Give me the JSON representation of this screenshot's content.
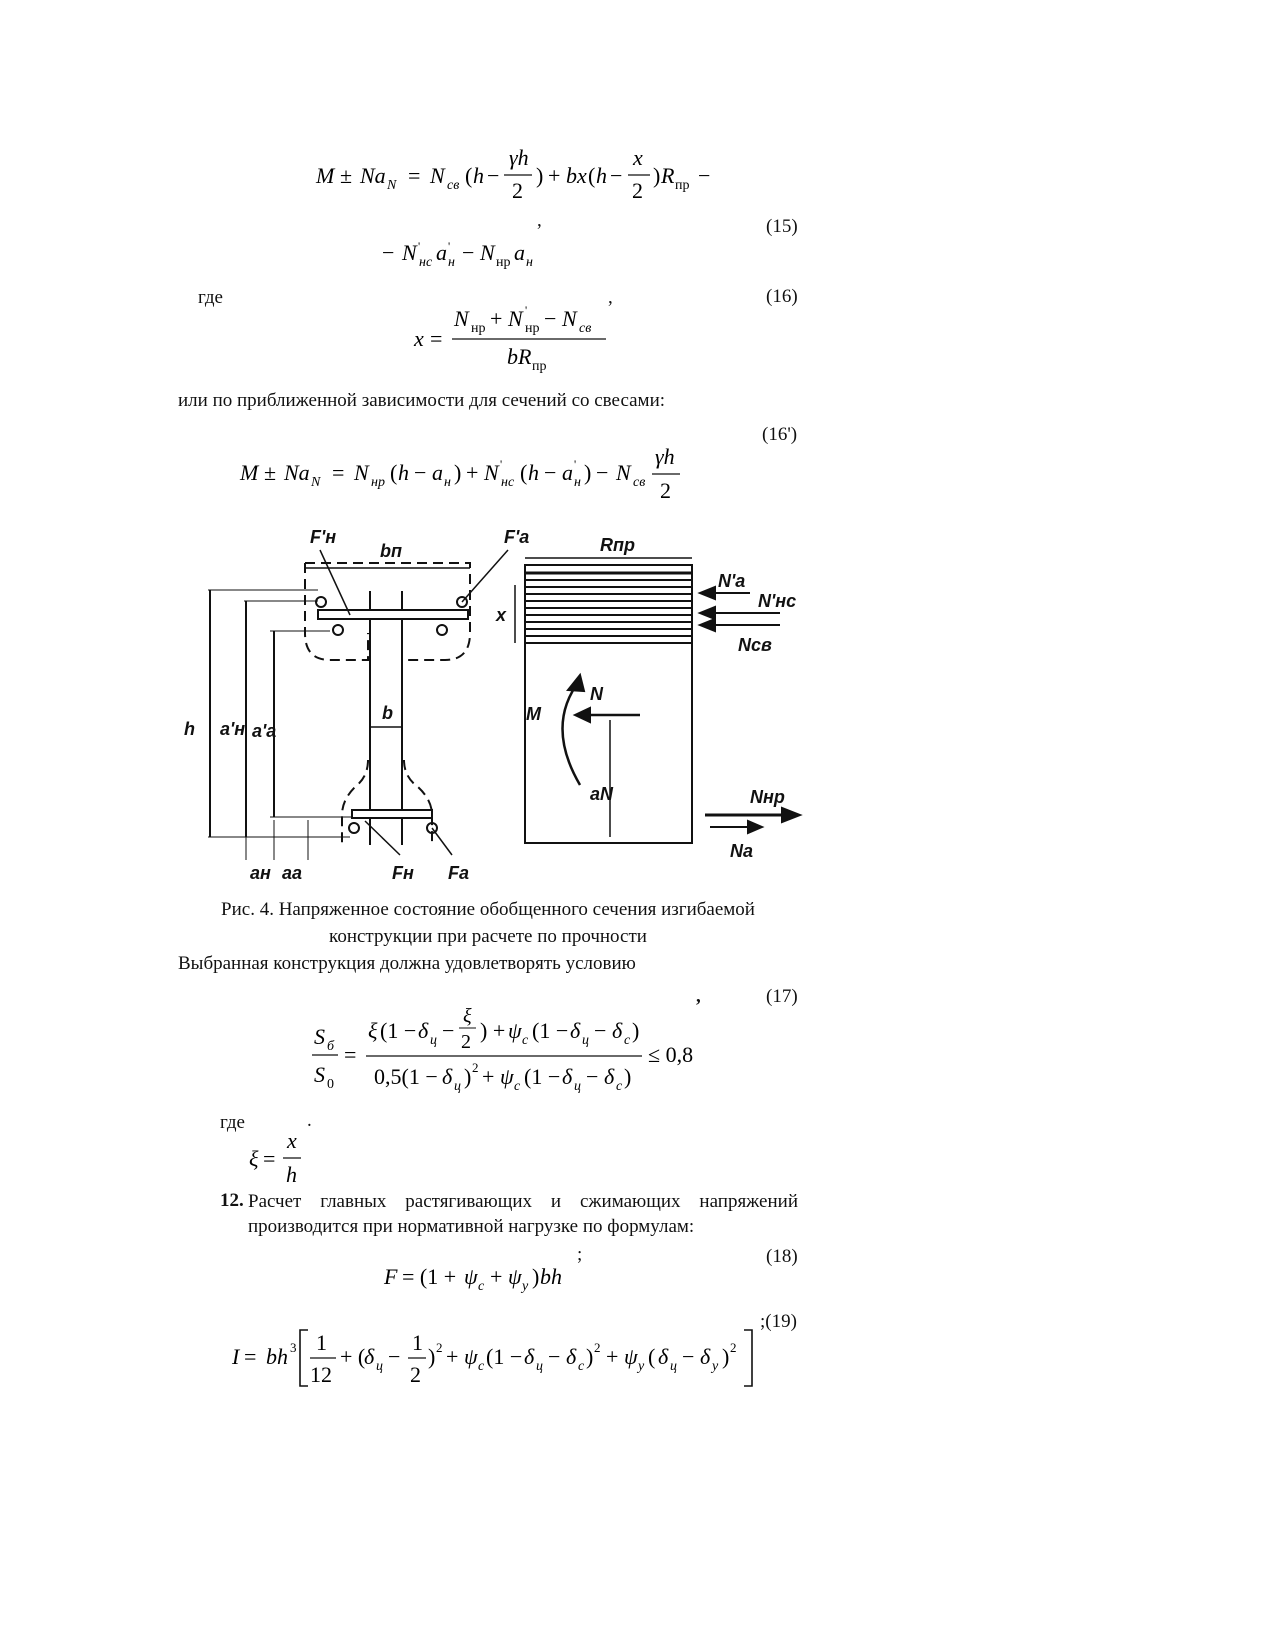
{
  "eq15": {
    "line1": {
      "lhs": "M ± Na",
      "lhs_sub": "N",
      "eq": "=",
      "N": "N",
      "N_sub": "св",
      "open": "(h −",
      "frac1_num": "γh",
      "frac1_den": "2",
      "mid": ") + bx(h −",
      "frac2_num": "x",
      "frac2_den": "2",
      "close": ")R",
      "R_sub": "пр",
      "tail": "−"
    },
    "line2": "− N'нс a'н − Nнр aн",
    "comma": ",",
    "number": "(15)"
  },
  "eq16": {
    "gde": "где",
    "lhs": "x =",
    "num": "Nнр + N'нр − Nсв",
    "den": "bRпр",
    "comma": ",",
    "number": "(16)"
  },
  "text_approx": "или по приближенной зависимости для сечений со свесами:",
  "eq16b": {
    "number": "(16')",
    "expr": "M ± Na",
    "expr_sub": "N",
    "rest": "= Nнр(h − aн) + N'нс(h − a'н) − Nсв",
    "frac_num": "γh",
    "frac_den": "2"
  },
  "figure": {
    "labels": {
      "Fn_prime": "F'н",
      "bp": "bп",
      "Fa_prime": "F'a",
      "Rpr": "Rпр",
      "Na_prime": "N'a",
      "Nns_prime": "N'нс",
      "Nsv": "Nсв",
      "x": "x",
      "h": "h",
      "an_prime": "a'н",
      "aa_prime": "a'a",
      "b": "b",
      "M": "M",
      "N": "N",
      "aN": "aN",
      "Nnr": "Nнр",
      "Na": "Na",
      "an": "aн",
      "aa": "aa",
      "Fn": "Fн",
      "Fa": "Fa"
    }
  },
  "caption": {
    "line1": "Рис. 4. Напряженное состояние обобщенного сечения изгибаемой",
    "line2": "конструкции при расчете по прочности"
  },
  "text_condition": "Выбранная конструкция должна удовлетворять условию",
  "eq17": {
    "comma": ",",
    "number": "(17)",
    "lhs_num": "Sб",
    "lhs_den": "S0",
    "num": "ξ(1 − δц − ξ/2) + ψc(1 − δц − δc)",
    "den": "0,5(1 − δц)² + ψc(1 − δц − δc)",
    "rhs": "≤ 0,8"
  },
  "eq_xi": {
    "gde": "где",
    "dot": ".",
    "lhs": "ξ =",
    "num": "x",
    "den": "h"
  },
  "item12": {
    "number": "12.",
    "text": "Расчет главных растягивающих и сжимающих напряжений производится при нормативной нагрузке по формулам:"
  },
  "eq18": {
    "expr": "F = (1 + ψc + ψy)bh",
    "semi": ";",
    "number": "(18)"
  },
  "eq19": {
    "number": ";(19)",
    "lhs": "I = bh³",
    "frac_num": "1",
    "frac_den": "12",
    "rest": "+ (δц − ½)² + ψc(1 − δц − δc)² + ψy(δц − δy)²"
  }
}
